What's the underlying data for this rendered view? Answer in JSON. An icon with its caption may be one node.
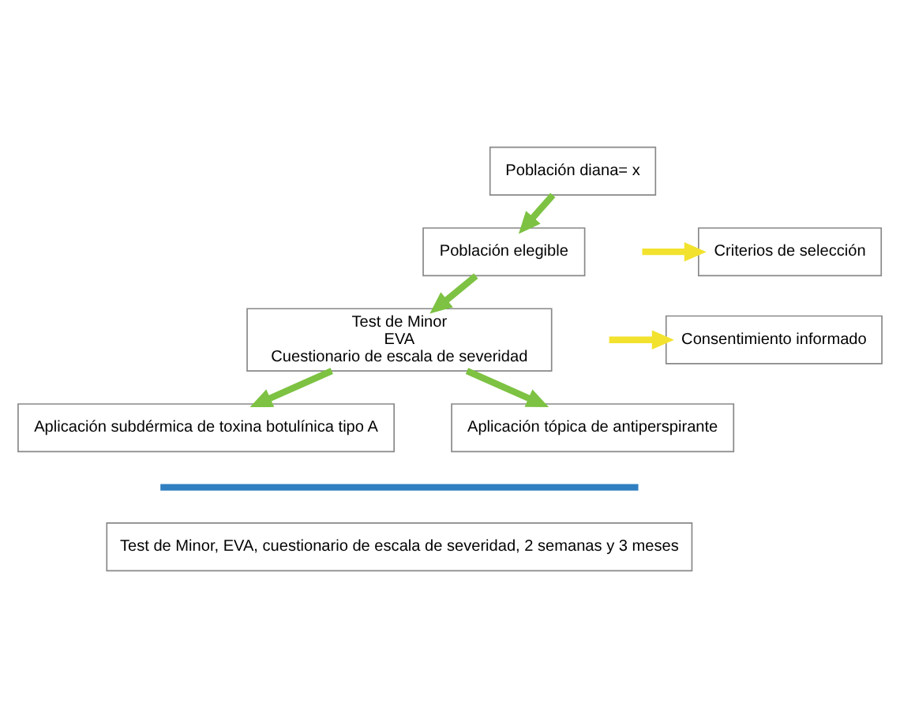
{
  "diagram": {
    "nodes": [
      {
        "text": [
          "Población diana= x"
        ]
      },
      {
        "text": [
          "Criterios de selección"
        ]
      },
      {
        "text": [
          "Población elegible"
        ]
      },
      {
        "text": [
          "Consentimiento informado"
        ]
      },
      {
        "text": [
          "Test de Minor",
          "EVA",
          "Cuestionario de escala de severidad"
        ]
      },
      {
        "text": [
          "Aplicación subdérmica de toxina botulínica tipo A"
        ]
      },
      {
        "text": [
          "Aplicación tópica de antiperspirante"
        ]
      },
      {
        "text": [
          "Test de Minor, EVA, cuestionario de escala de severidad, 2 semanas y 3 meses"
        ]
      }
    ],
    "edges": [
      {
        "from": 0,
        "to": 2,
        "arrow": "to"
      },
      {
        "from": null,
        "to": 1,
        "arrow": "to",
        "color": "#f2e22e"
      },
      {
        "from": 2,
        "to": 4,
        "arrow": "to"
      },
      {
        "from": null,
        "to": 3,
        "arrow": "to",
        "color": "#f2e22e"
      },
      {
        "from": 4,
        "to": 5,
        "arrow": "to"
      },
      {
        "from": 4,
        "to": 6,
        "arrow": "to"
      }
    ]
  }
}
